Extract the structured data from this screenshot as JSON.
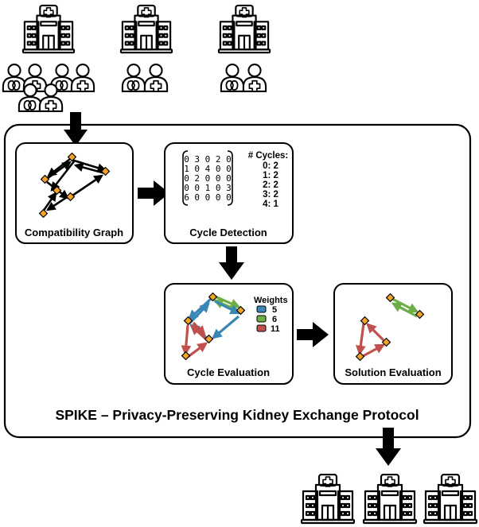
{
  "title": "SPIKE – Privacy-Preserving Kidney Exchange Protocol",
  "boxes": {
    "compatibility_graph": "Compatibility Graph",
    "cycle_detection": "Cycle Detection",
    "cycle_evaluation": "Cycle Evaluation",
    "solution_evaluation": "Solution Evaluation"
  },
  "matrix_rows": [
    "0 3 0 2 0",
    "1 0 4 0 0",
    "0 2 0 0 0",
    "0 0 1 0 3",
    "6 0 0 0 0"
  ],
  "cycles": {
    "heading": "# Cycles:",
    "rows": [
      "0: 2",
      "1: 2",
      "2: 2",
      "3: 2",
      "4: 1"
    ]
  },
  "weights": {
    "heading": "Weights",
    "items": [
      {
        "label": "5",
        "color": "#3a87b5"
      },
      {
        "label": "6",
        "color": "#6eae48"
      },
      {
        "label": "11",
        "color": "#c0504d"
      }
    ]
  },
  "icons": {
    "hospital": "hospital-icon",
    "patient": "patient-icon",
    "donor": "kidney-donor-icon"
  },
  "colors": {
    "node": "#f4a32a",
    "blue": "#3a87b5",
    "green": "#6eae48",
    "red": "#c0504d"
  }
}
